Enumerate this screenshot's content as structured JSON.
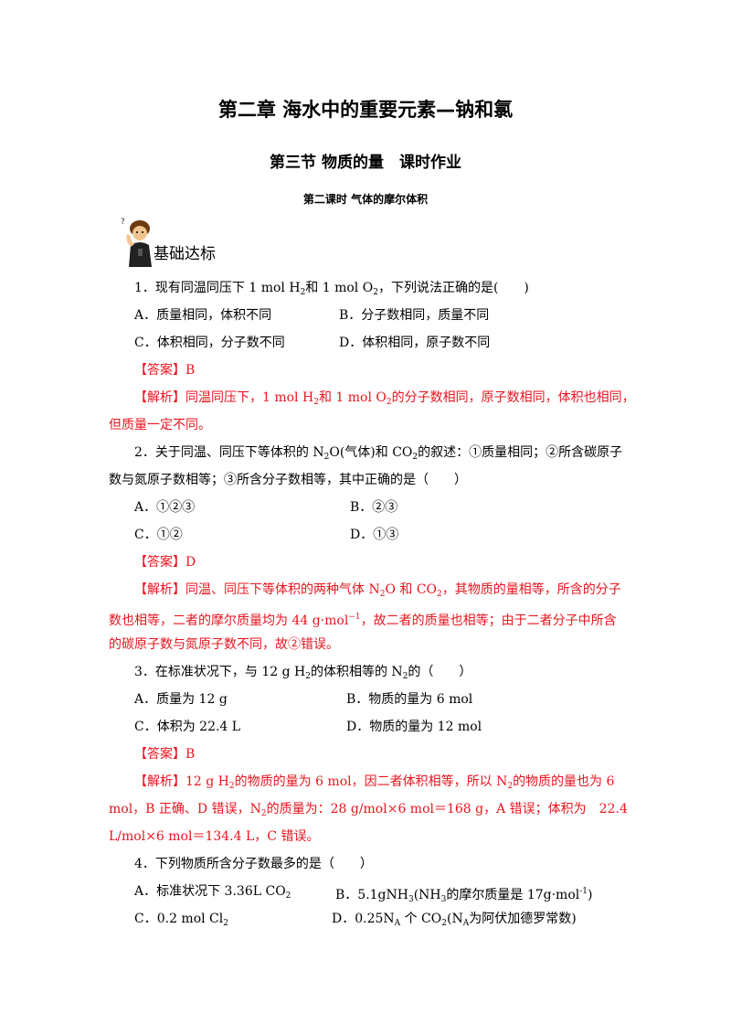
{
  "header": {
    "chapter": "第二章 海水中的重要元素—钠和氯",
    "section": "第三节 物质的量　课时作业",
    "lesson": "第二课时 气体的摩尔体积"
  },
  "category": {
    "label": "基础达标",
    "icon": "thinking-student-icon"
  },
  "q1": {
    "p1": "1．现有同温同压下 1 mol H",
    "p2": "和 1 mol O",
    "p3": "，下列说法正确的是(　　)",
    "s2": "2",
    "optA": "A．质量相同，体积不同",
    "optB": "B．分子数相同，质量不同",
    "optC": "C．体积相同，分子数不同",
    "optD": "D．体积相同，原子数不同",
    "answer": "【答案】B",
    "expl1a": "【解析】同温同压下，1 mol H",
    "expl1b": "和 1 mol O",
    "expl1c": "的分子数相同，原子数相同，体积也相同，",
    "expl2": "但质量一定不同。"
  },
  "q2": {
    "p1": "2．关于同温、同压下等体积的 N",
    "p2": "O(气体)和 CO",
    "p3": "的叙述：①质量相同；②所含碳原子",
    "line2": "数与氮原子数相等；③所含分子数相等，其中正确的是（　　）",
    "optA": "A．①②③",
    "optB": "B．②③",
    "optC": "C．①②",
    "optD": "D．①③",
    "answer": "【答案】D",
    "e1a": "【解析】同温、同压下等体积的两种气体 N",
    "e1b": "O 和 CO",
    "e1c": "，其物质的量相等，所含的分子",
    "e2a": "数也相等，二者的摩尔质量均为 44 g·mol",
    "e2b": "，故二者的质量也相等；由于二者分子中所含",
    "e3": "的碳原子数与氮原子数不同，故②错误。"
  },
  "q3": {
    "p1": "3．在标准状况下，与 12 g H",
    "p2": "的体积相等的 N",
    "p3": "的（　　）",
    "optA": "A．质量为 12 g",
    "optB": "B．物质的量为 6 mol",
    "optC": "C．体积为 22.4 L",
    "optD": "D．物质的量为 12 mol",
    "answer": "【答案】B",
    "e1a": "【解析】12 g H",
    "e1b": "的物质的量为 6 mol，因二者体积相等，所以 N",
    "e1c": "的物质的量也为 6",
    "e2a": "mol，B 正确、D 错误，N",
    "e2b": "的质量为：28 g/mol×6 mol＝168 g，A 错误；体积为　22.4",
    "e3": "L/mol×6 mol＝134.4 L，C 错误。"
  },
  "q4": {
    "stem": "4．下列物质所含分子数最多的是（　　）",
    "optA1": "A．标准状况下 3.36L CO",
    "optA_sub": "2",
    "optB1": "B．5.1gNH",
    "optB2": "(NH",
    "optB3": "的摩尔质量是 17g·mol",
    "optB_sup": "-1",
    "optB4": ")",
    "optC1": "C．0.2 mol Cl",
    "optC_sub": "2",
    "optD1": "D．0.25N",
    "optD_subA": "A",
    "optD2": " 个 CO",
    "optD_sub2": "2",
    "optD3": "(N",
    "optD4": "为阿伏加德罗常数)"
  },
  "sub": {
    "two": "2",
    "three": "3",
    "neg1": "−1",
    "A": "A"
  }
}
